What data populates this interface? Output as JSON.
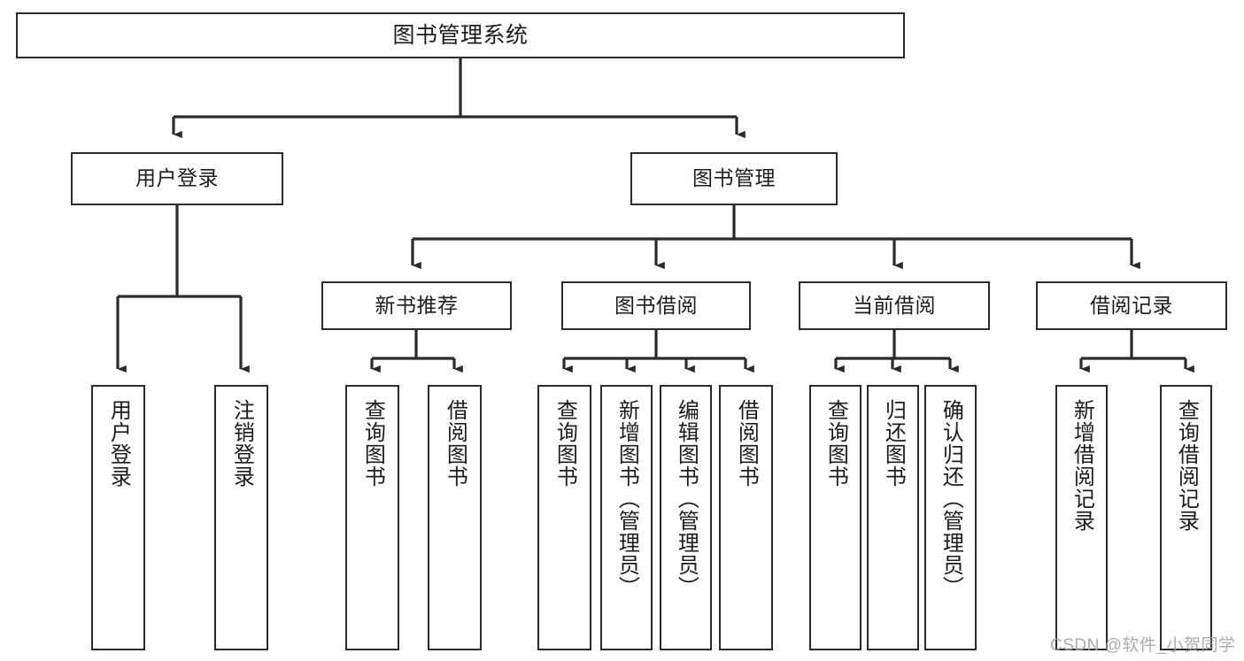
{
  "diagram": {
    "title": "图书管理系统",
    "type": "hierarchy-tree",
    "watermark": "CSDN @软件_小贺同学",
    "colors": {
      "stroke": "#2b2b2b",
      "fill": "#ffffff",
      "text": "#1c1c1c",
      "watermark": "#9e9e9e"
    },
    "root": {
      "label": "图书管理系统"
    },
    "level1": [
      {
        "label": "用户登录"
      },
      {
        "label": "图书管理"
      }
    ],
    "level2": [
      {
        "label": "新书推荐"
      },
      {
        "label": "图书借阅"
      },
      {
        "label": "当前借阅"
      },
      {
        "label": "借阅记录"
      }
    ],
    "leaves": {
      "user_login": [
        {
          "label": "用户登录"
        },
        {
          "label": "注销登录"
        }
      ],
      "new_book_recommend": [
        {
          "label": "查询图书"
        },
        {
          "label": "借阅图书"
        }
      ],
      "book_borrow": [
        {
          "label": "查询图书"
        },
        {
          "label": "新增图书（管理员）"
        },
        {
          "label": "编辑图书（管理员）"
        },
        {
          "label": "借阅图书"
        }
      ],
      "current_borrow": [
        {
          "label": "查询图书"
        },
        {
          "label": "归还图书"
        },
        {
          "label": "确认归还（管理员）"
        }
      ],
      "borrow_record": [
        {
          "label": "新增借阅记录"
        },
        {
          "label": "查询借阅记录"
        }
      ]
    }
  }
}
